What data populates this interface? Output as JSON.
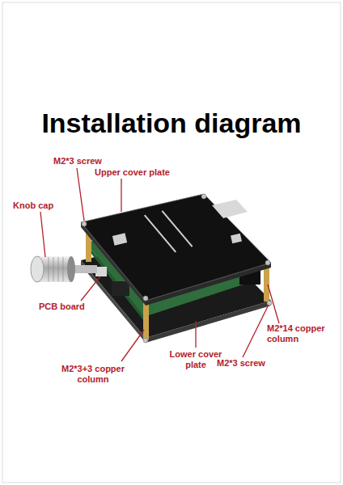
{
  "diagram": {
    "title": "Installation diagram",
    "labels": [
      "M2*3 screw",
      "Upper cover plate",
      "Knob cap",
      "PCB board",
      "M2*3+3 copper column",
      "Lower cover plate",
      "M2*3 screw",
      "M2*14 copper column"
    ]
  }
}
